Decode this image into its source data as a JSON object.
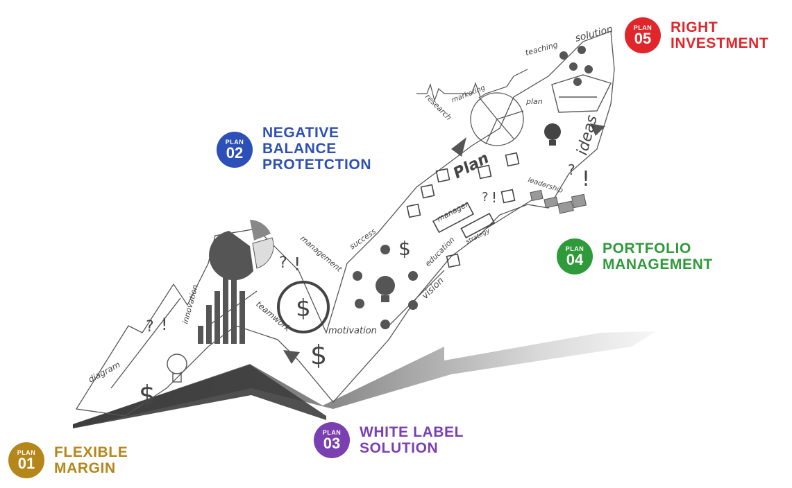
{
  "plans": [
    {
      "word": "PLAN",
      "number": "01",
      "lines": [
        "FLEXIBLE",
        "MARGIN"
      ],
      "color": "#b5861a"
    },
    {
      "word": "PLAN",
      "number": "02",
      "lines": [
        "NEGATIVE",
        "BALANCE",
        "PROTETCTION"
      ],
      "color": "#2d4fb8"
    },
    {
      "word": "PLAN",
      "number": "03",
      "lines": [
        "WHITE LABEL",
        "SOLUTION"
      ],
      "color": "#7a3fb0"
    },
    {
      "word": "PLAN",
      "number": "04",
      "lines": [
        "PORTFOLIO",
        "MANAGEMENT"
      ],
      "color": "#2f9a3a"
    },
    {
      "word": "PLAN",
      "number": "05",
      "lines": [
        "RIGHT",
        "INVESTMENT"
      ],
      "color": "#e0262b"
    }
  ],
  "doodle_words": {
    "diagram": "diagram",
    "innovation": "innovation",
    "teamwork": "teamwork",
    "management": "management",
    "motivation": "motivation",
    "success": "success",
    "education": "education",
    "vision": "vision",
    "manager": "manager",
    "strategy": "strategy",
    "plan_big": "Plan",
    "research": "research",
    "marketing": "marketing",
    "plan_small": "plan",
    "teaching": "teaching",
    "solution": "solution",
    "ideas": "ideas",
    "leadership": "leadership"
  }
}
